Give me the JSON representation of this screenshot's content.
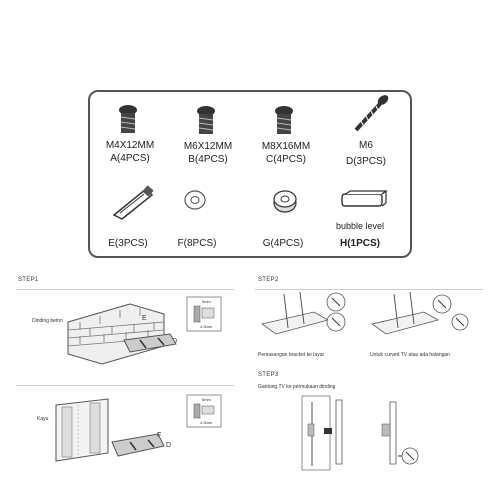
{
  "parts": [
    {
      "size": "M4X12MM",
      "code": "A(4PCS)",
      "icon": "screw-icon"
    },
    {
      "size": "M6X12MM",
      "code": "B(4PCS)",
      "icon": "screw-icon"
    },
    {
      "size": "M8X16MM",
      "code": "C(4PCS)",
      "icon": "screw-icon"
    },
    {
      "size": "M6",
      "code": "D(3PCS)",
      "icon": "long-screw-icon"
    },
    {
      "code": "E(3PCS)",
      "icon": "wall-anchor-icon"
    },
    {
      "code": "F(8PCS)",
      "icon": "washer-icon"
    },
    {
      "code": "G(4PCS)",
      "icon": "spacer-icon"
    },
    {
      "name": "bubble level",
      "code": "H(1PCS)",
      "icon": "bubble-level-icon"
    }
  ],
  "step1": {
    "title": "STEP1",
    "wall_label": "Dinding beton",
    "wood_label": "Kayu",
    "callout_E": "E",
    "callout_D1": "D",
    "callout_F": "F",
    "callout_D2": "D",
    "dim_top1": "5mm",
    "dim_bot1": "4.5mm",
    "dim_top2": "5mm",
    "dim_bot2": "4.5mm"
  },
  "step2": {
    "title": "STEP2",
    "caption_left": "Pemasangan bracket ke layar",
    "caption_right": "Untuk curved TV atau ada halangan"
  },
  "step3": {
    "title": "STEP3",
    "caption": "Gantung TV ke permukaan dinding"
  }
}
